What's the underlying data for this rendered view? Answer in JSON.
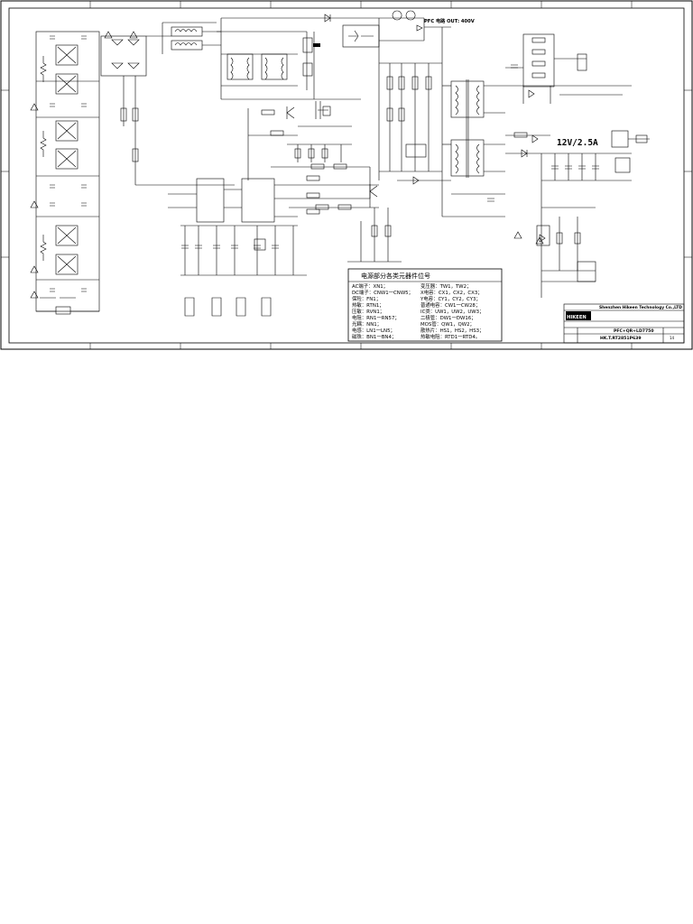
{
  "schematic": {
    "pfc_label": "PFC 电路 OUT: 400V",
    "output_label": "12V/2.5A",
    "table": {
      "title": "电源部分各类元器件位号",
      "left_rows": [
        "AC端子：XN1；",
        "DC端子：CNW1一CNW5；",
        "保险：FN1；",
        "热敏：RTN1；",
        "压敏：RVN1；",
        "电阻：RN1一RN57；",
        "光耦：NN1；",
        "电感：LN1一LN5；",
        "磁珠：BN1一BN4；"
      ],
      "right_rows": [
        "变压器：TW1，TW2；",
        "X电容：CX1，CX2，CX3；",
        "Y电容：CY1，CY2，CY3；",
        "普通电容：CW1一CW28；",
        "IC类：UW1，UW2，UW3；",
        "二极管：DW1一DW16；",
        "MOS管：QW1，QW2；",
        "散热片：HS1，HS2，HS3；",
        "热敏电阻：RTD1一RTD4。"
      ]
    },
    "title_block": {
      "company": "Shenzhen Hikeen Technology Co.,LTD",
      "brand": "HIKEEN",
      "model": "PFC+QR+LD7750",
      "board_no": "HK.T.RT2851P639",
      "sheet_no": "14"
    }
  },
  "colors": {
    "ink": "#000000",
    "paper": "#ffffff"
  }
}
